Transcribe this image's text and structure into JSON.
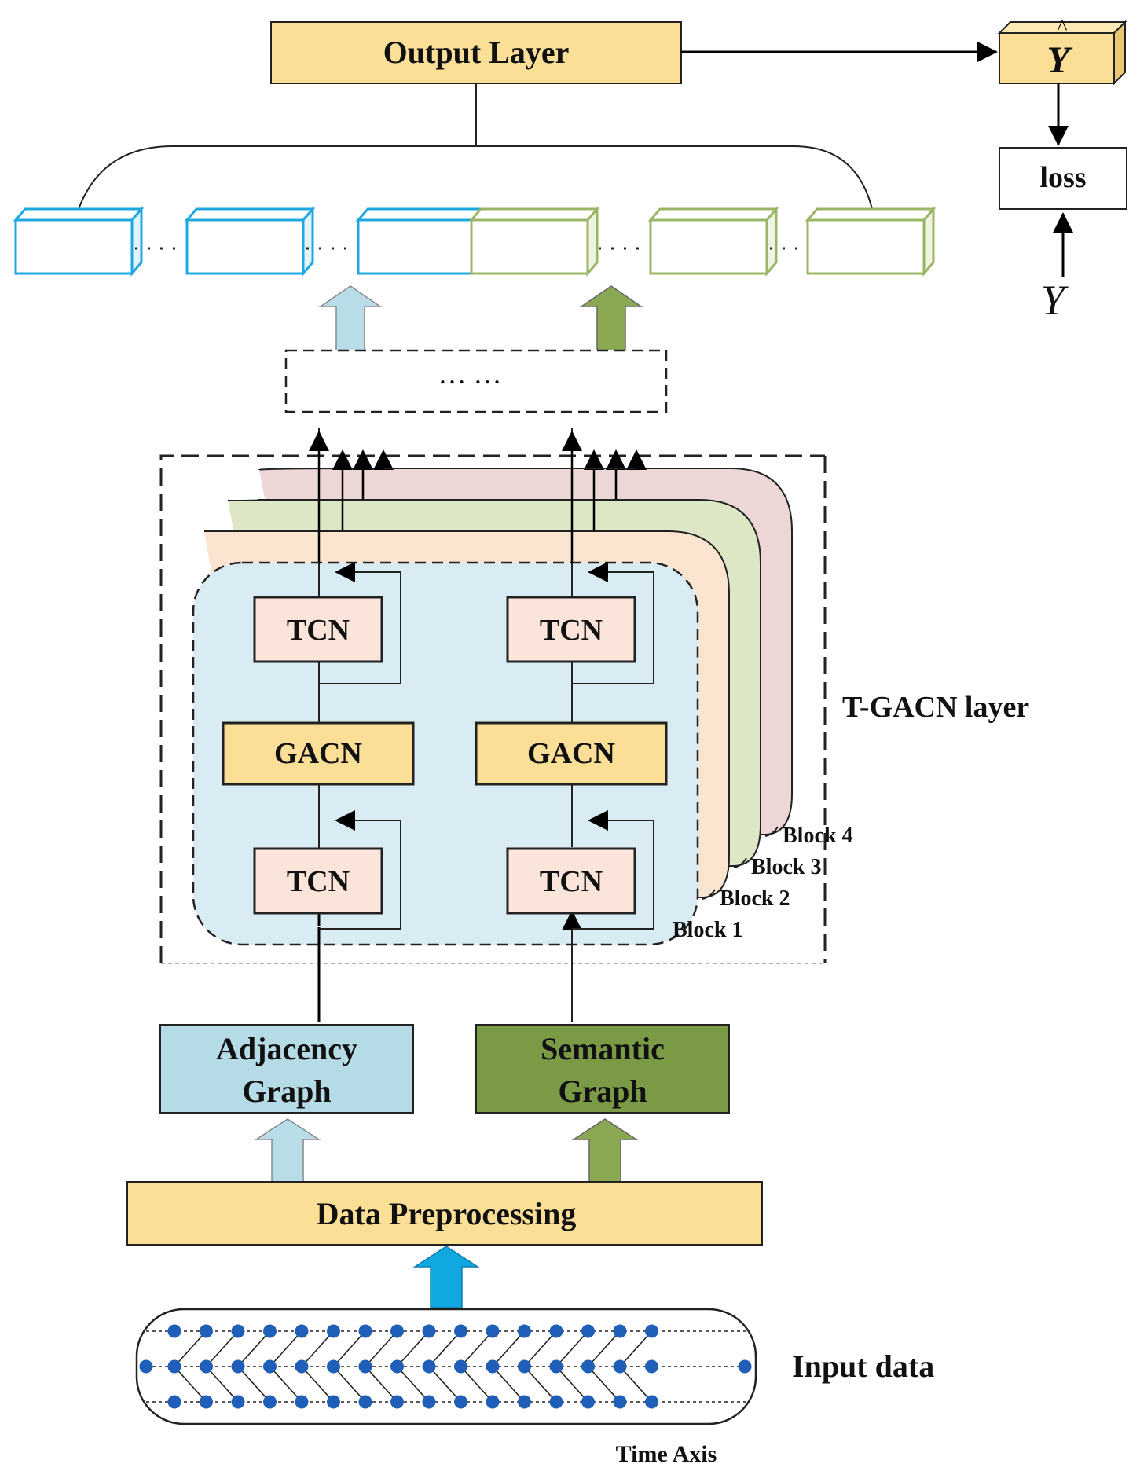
{
  "labels": {
    "output_layer": "Output Layer",
    "y_hat": "Y",
    "loss": "loss",
    "y": "Y",
    "ellipsis": "…  …",
    "tgacn_layer": "T-GACN layer",
    "tcn": "TCN",
    "gacn": "GACN",
    "block1": "Block 1",
    "block2": "Block 2",
    "block3": "Block 3",
    "block4": "Block 4",
    "adjacency_line1": "Adjacency",
    "adjacency_line2": "Graph",
    "semantic_line1": "Semantic",
    "semantic_line2": "Graph",
    "data_preprocessing": "Data Preprocessing",
    "input_data": "Input data",
    "time_axis": "Time Axis"
  },
  "colors": {
    "box_yellow": "#fbdf96",
    "tcn_fill": "#fbe5da",
    "block1_fill": "#d9ebf3",
    "block2_fill": "#fbe5d0",
    "block3_fill": "#dde7c5",
    "block4_fill": "#ecd6d6",
    "adjacency_fill": "#b5dbe7",
    "semantic_fill": "#7a9a45",
    "light_blue_arrow": "#b9dce9",
    "green_arrow": "#8aa752",
    "input_arrow": "#11a7e0",
    "blue_node": "#1f5fb8",
    "cyan_cube": "#1fa8e0",
    "green_cube": "#9bb566"
  }
}
